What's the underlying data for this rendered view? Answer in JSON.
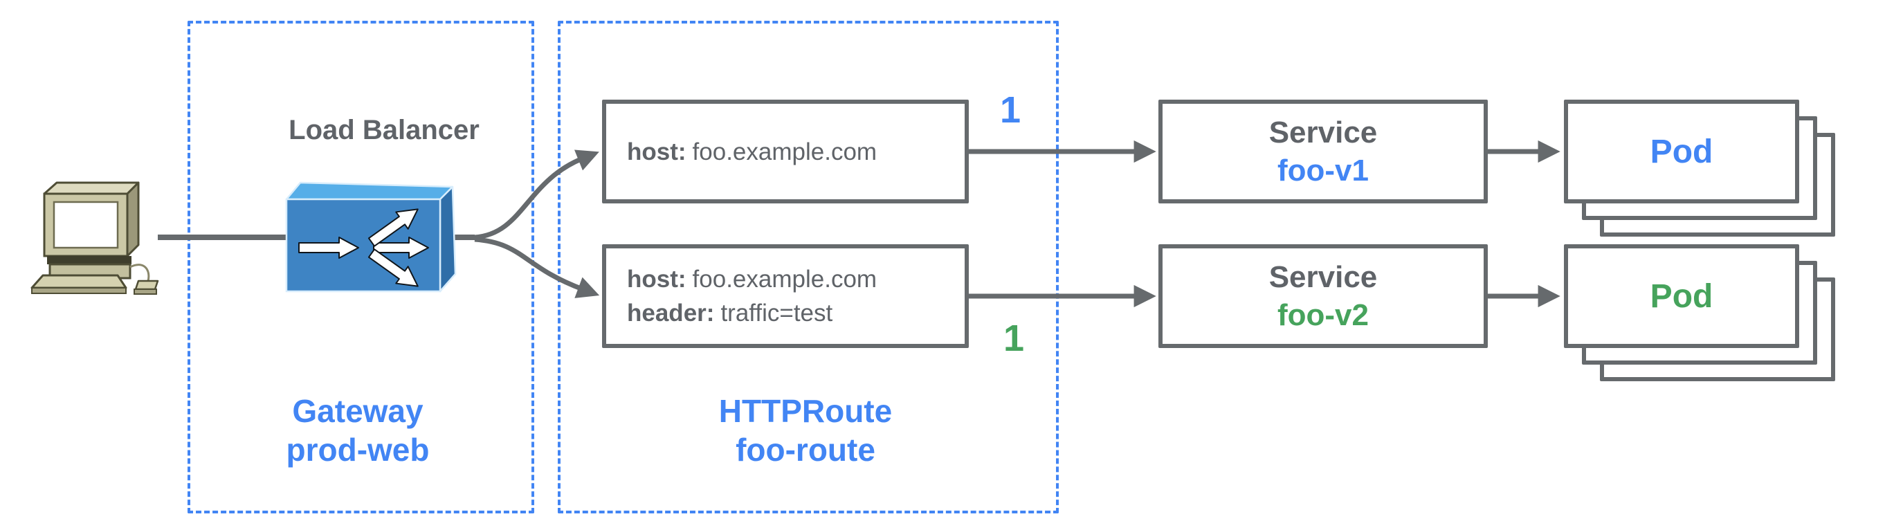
{
  "colors": {
    "blue": "#4285F4",
    "green": "#46A35C",
    "gray_text": "#5F6368",
    "line_gray": "#666a6d",
    "boundary_blue": "#4285F4",
    "lb_front_blue": "#3E84C4"
  },
  "load_balancer": {
    "title": "Load Balancer"
  },
  "gateway": {
    "resource_type": "Gateway",
    "resource_name": "prod-web"
  },
  "httproute": {
    "resource_type": "HTTPRoute",
    "resource_name": "foo-route",
    "rules": [
      {
        "host_key": "host:",
        "host_value": "foo.example.com",
        "weight": "1"
      },
      {
        "host_key": "host:",
        "host_value": "foo.example.com",
        "header_key": "header:",
        "header_value": "traffic=test",
        "weight": "1"
      }
    ]
  },
  "services": [
    {
      "kind": "Service",
      "name": "foo-v1"
    },
    {
      "kind": "Service",
      "name": "foo-v2"
    }
  ],
  "pods": [
    {
      "label": "Pod"
    },
    {
      "label": "Pod"
    }
  ],
  "icons": {
    "client": "desktop-computer-icon",
    "load_balancer": "load-balancer-icon"
  }
}
